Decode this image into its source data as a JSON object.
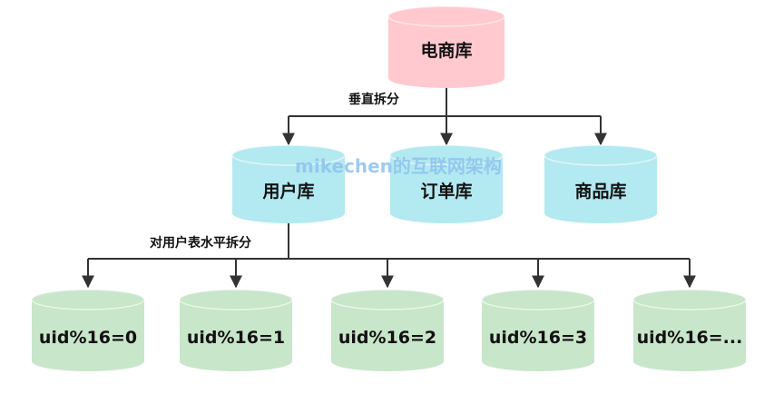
{
  "nodes": {
    "root": {
      "label": "电商库",
      "fill": "#ffc9cf"
    },
    "user_db": {
      "label": "用户库",
      "fill": "#b3e9f0"
    },
    "order_db": {
      "label": "订单库",
      "fill": "#b3e9f0"
    },
    "product_db": {
      "label": "商品库",
      "fill": "#b3e9f0"
    },
    "shards": [
      {
        "label": "uid%16=0",
        "fill": "#c8e6c9"
      },
      {
        "label": "uid%16=1",
        "fill": "#c8e6c9"
      },
      {
        "label": "uid%16=2",
        "fill": "#c8e6c9"
      },
      {
        "label": "uid%16=3",
        "fill": "#c8e6c9"
      },
      {
        "label": "uid%16=...",
        "fill": "#c8e6c9"
      }
    ]
  },
  "edges": {
    "vertical_split_label": "垂直拆分",
    "horizontal_split_label": "对用户表水平拆分"
  },
  "watermark": "mikechen的互联网架构",
  "colors": {
    "line": "#333333",
    "label": "#111111",
    "watermark": "#8ec3ee"
  }
}
